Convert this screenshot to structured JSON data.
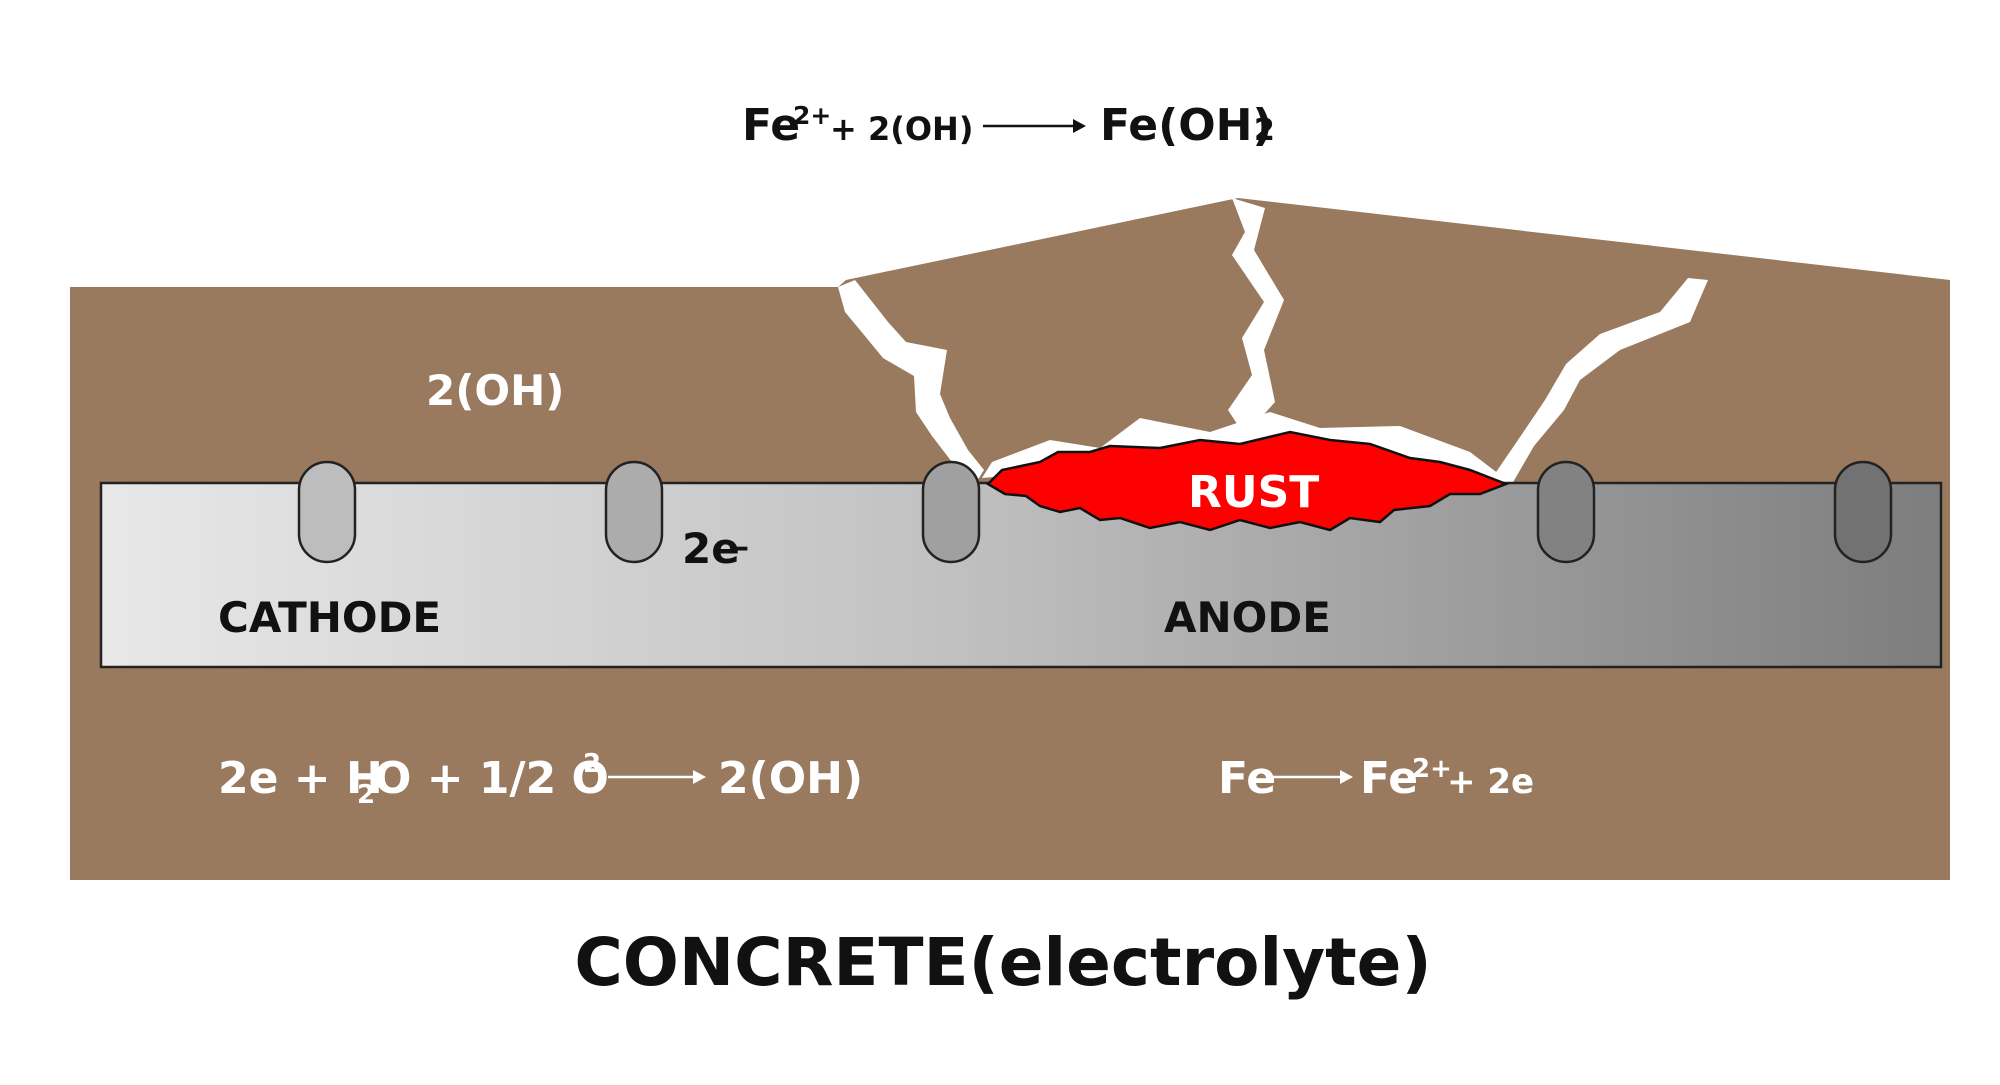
{
  "top_equation": {
    "fe": "Fe",
    "fe_charge": "2+",
    "reactant": "+ 2(OH)",
    "product": "Fe(OH)",
    "product_subscript": "2"
  },
  "labels": {
    "hydroxide": "2(OH)",
    "electrons": "2e",
    "electron_sign": "–",
    "cathode": "CATHODE",
    "anode": "ANODE",
    "rust": "RUST"
  },
  "cathode_equation": {
    "part1": "2e + H",
    "h_subscript": "2",
    "part2": "O + 1/2 O",
    "o_superscript": "2",
    "product": "2(OH)"
  },
  "anode_equation": {
    "reactant": "Fe",
    "product": "Fe",
    "product_charge": "2+",
    "remainder": "+ 2e"
  },
  "title": "CONCRETE(electrolyte)",
  "colors": {
    "concrete": "#997a5f",
    "rebar_light": "#e8e8e8",
    "rebar_dark": "#7d7d7d",
    "rust": "#ff0000",
    "text_dark": "#111111",
    "text_light": "#ffffff"
  }
}
